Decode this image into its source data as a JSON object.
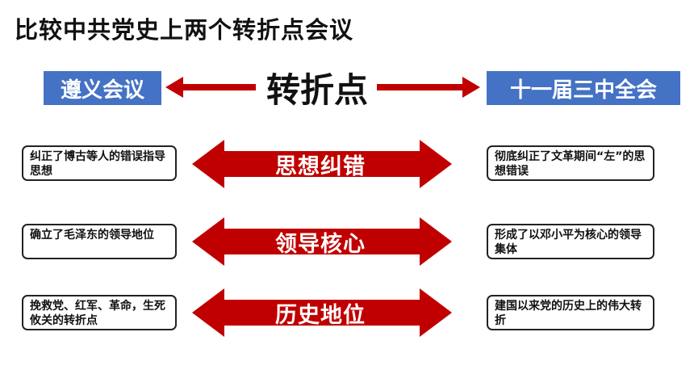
{
  "title": "比较中共党史上两个转折点会议",
  "left_meeting": "遵义会议",
  "center_word": "转折点",
  "right_meeting": "十一届三中全会",
  "rows": [
    {
      "left": "纠正了博古等人的错误指导思想",
      "label": "思想纠错",
      "right": "彻底纠正了文革期间“左”的思想错误"
    },
    {
      "left": "确立了毛泽东的领导地位",
      "label": "领导核心",
      "right": "形成了以邓小平为核心的领导集体"
    },
    {
      "left": "挽救党、红军、革命，生死攸关的转折点",
      "label": "历史地位",
      "right": "建国以来党的历史上的伟大转折"
    }
  ],
  "colors": {
    "blue": "#4472c4",
    "red": "#c00000"
  }
}
